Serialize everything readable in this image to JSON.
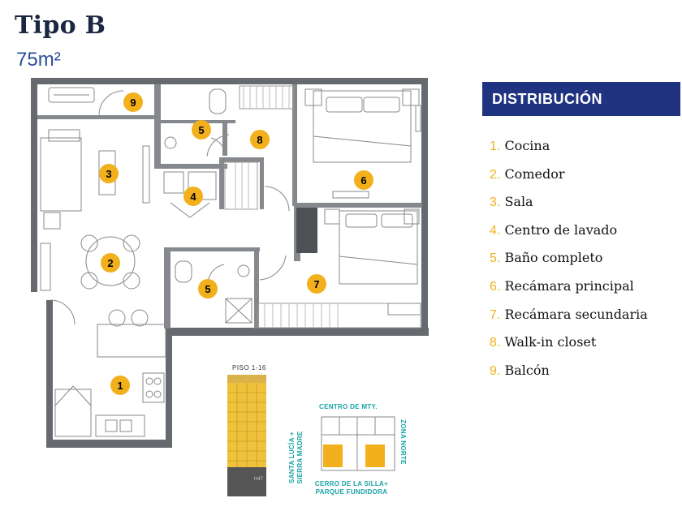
{
  "header": {
    "title": "Tipo B",
    "area": "75m²"
  },
  "rooms": [
    {
      "num": "1"
    },
    {
      "num": "2"
    },
    {
      "num": "3"
    },
    {
      "num": "4"
    },
    {
      "num": "5"
    },
    {
      "num": "5"
    },
    {
      "num": "6"
    },
    {
      "num": "7"
    },
    {
      "num": "8"
    },
    {
      "num": "9"
    }
  ],
  "distribution": {
    "heading": "DISTRIBUCIÓN",
    "items": [
      {
        "num": "1.",
        "label": "Cocina"
      },
      {
        "num": "2.",
        "label": "Comedor"
      },
      {
        "num": "3.",
        "label": "Sala"
      },
      {
        "num": "4.",
        "label": "Centro de lavado"
      },
      {
        "num": "5.",
        "label": "Baño completo"
      },
      {
        "num": "6.",
        "label": "Recámara principal"
      },
      {
        "num": "7.",
        "label": "Recámara secundaria"
      },
      {
        "num": "8.",
        "label": "Walk-in closet"
      },
      {
        "num": "9.",
        "label": "Balcón"
      }
    ]
  },
  "locator": {
    "tower_label": "PISO 1-16",
    "tower_small": "H47",
    "north_top": "CENTRO DE MTY.",
    "right": "ZONA NORTE",
    "left_1": "SANTA LUCÍA +",
    "left_2": "SIERRA MADRE",
    "bottom_1": "CERRO DE LA SILLA+",
    "bottom_2": "PARQUE FUNDIDORA"
  },
  "colors": {
    "navy": "#1f3380",
    "marker": "#f2b11c",
    "wall": "#666a6e",
    "teal": "#17a3a8",
    "tower": "#f0c23c"
  }
}
